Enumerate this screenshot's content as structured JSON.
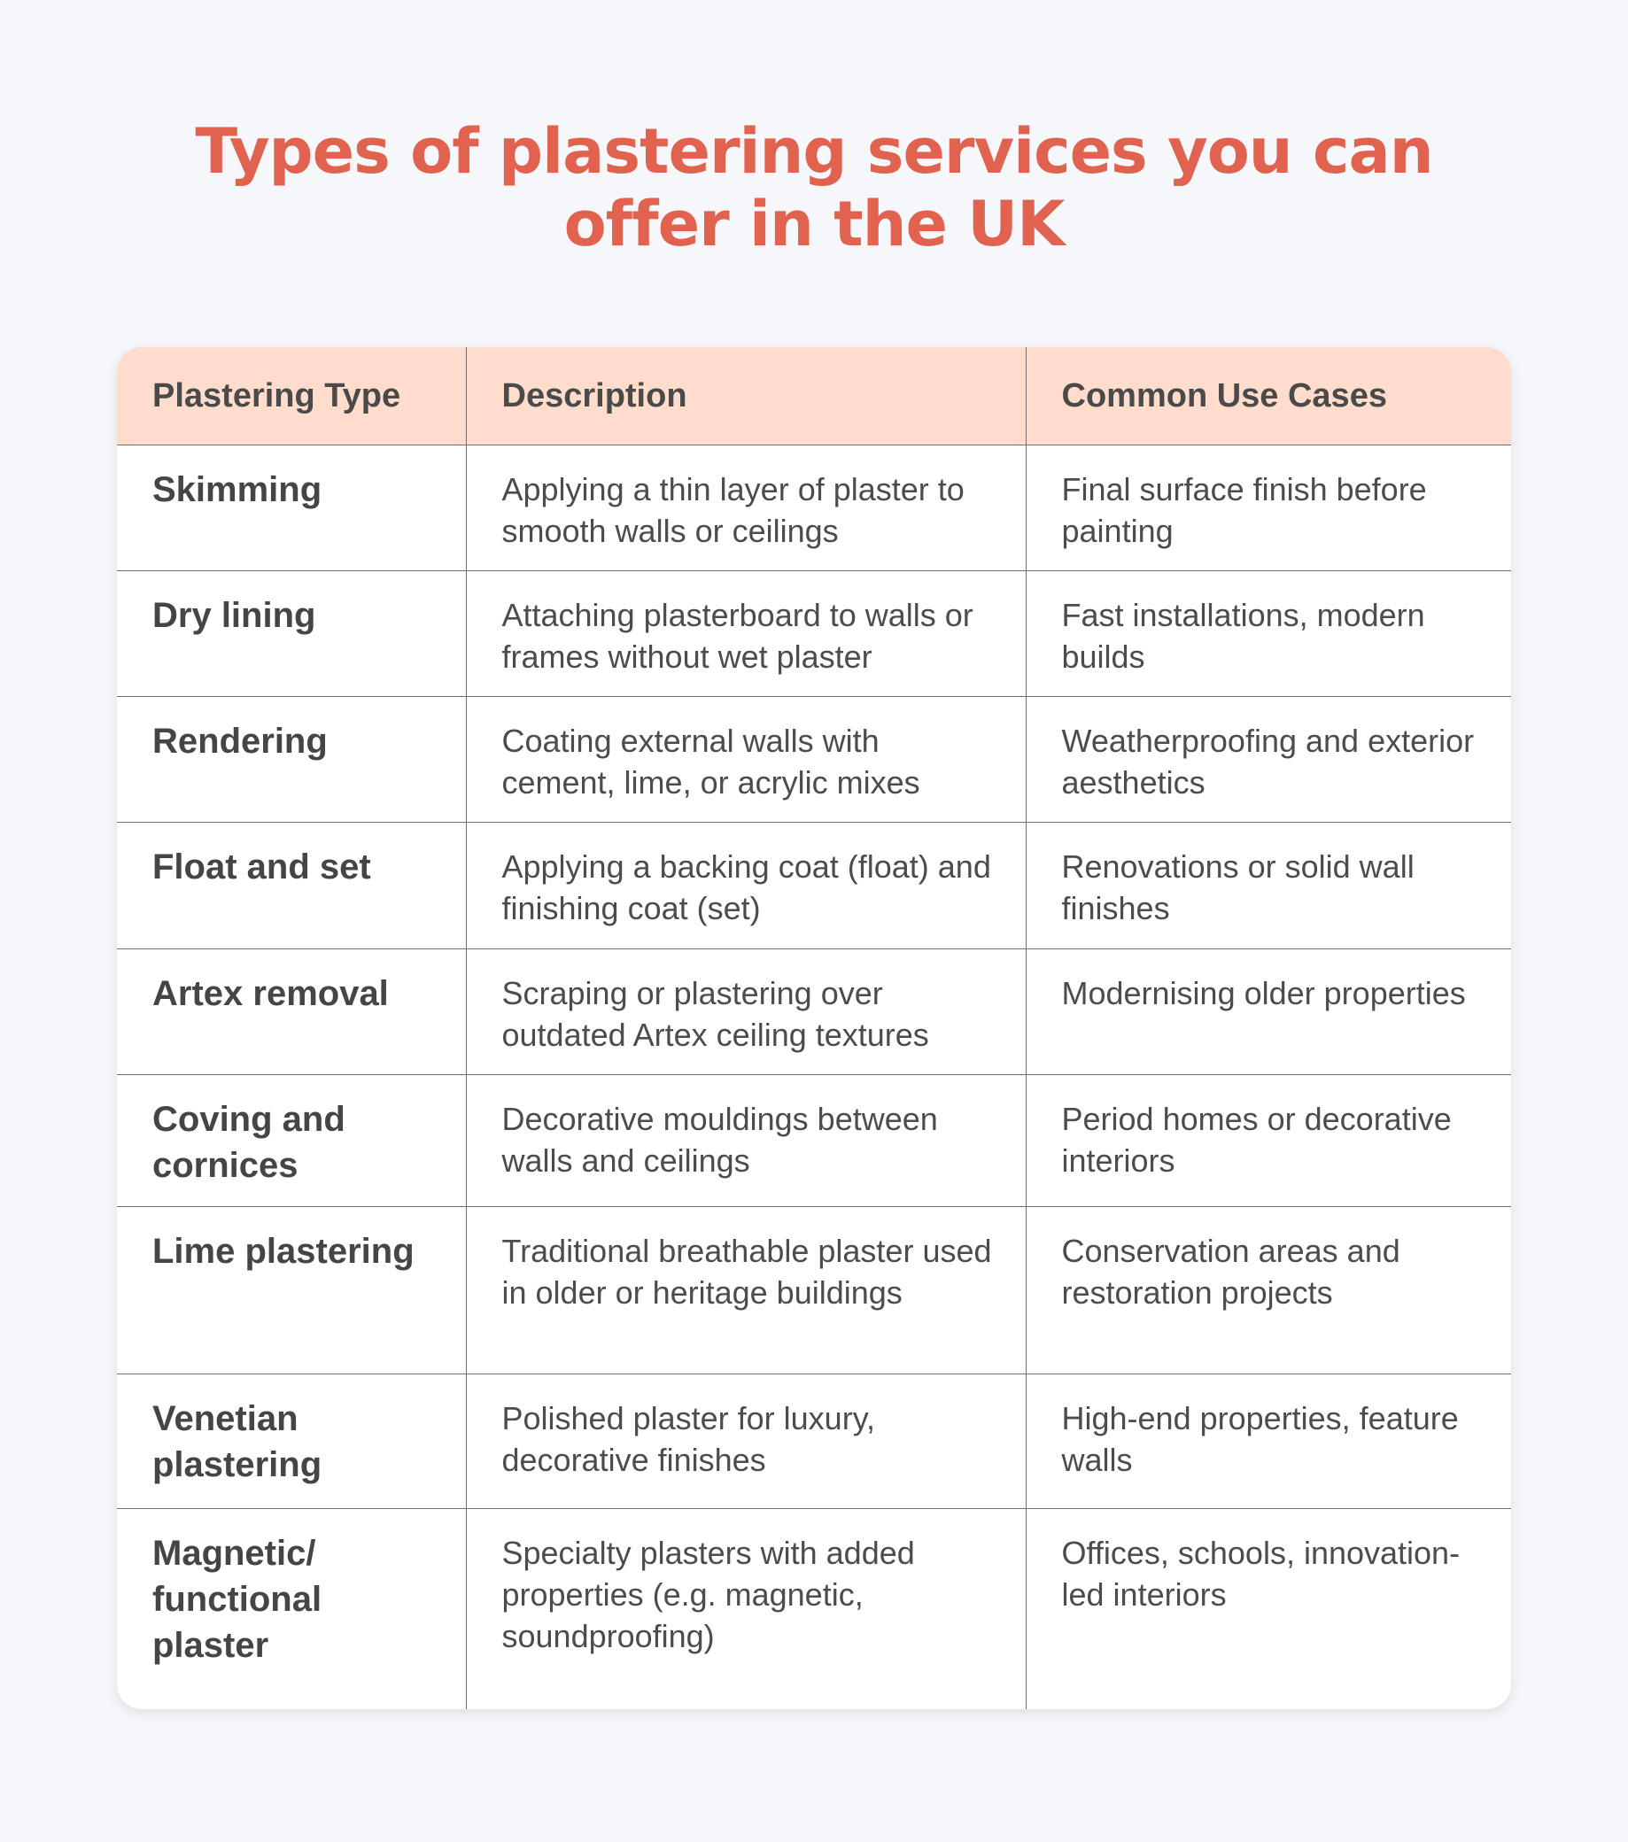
{
  "title": "Types of plastering services you can offer in the UK",
  "table": {
    "headers": [
      "Plastering Type",
      "Description",
      "Common Use Cases"
    ],
    "rows": [
      {
        "type": "Skimming",
        "description": "Applying a thin layer of plaster to smooth walls or ceilings",
        "use": "Final surface finish before painting"
      },
      {
        "type": "Dry lining",
        "description": "Attaching plasterboard to walls or frames without wet plaster",
        "use": "Fast installations, modern builds"
      },
      {
        "type": "Rendering",
        "description": "Coating external walls with cement, lime, or acrylic mixes",
        "use": "Weatherproofing and exterior aesthetics"
      },
      {
        "type": "Float and set",
        "description": "Applying a backing coat (float) and finishing coat (set)",
        "use": "Renovations or solid wall finishes"
      },
      {
        "type": "Artex removal",
        "description": "Scraping or plastering over outdated Artex ceiling textures",
        "use": "Modernising older properties"
      },
      {
        "type": "Coving and cornices",
        "description": "Decorative mouldings between walls and ceilings",
        "use": "Period homes or decorative interiors"
      },
      {
        "type": "Lime plastering",
        "description": "Traditional breathable plaster used in older or heritage buildings",
        "use": "Conservation areas and restoration projects"
      },
      {
        "type": "Venetian plastering",
        "description": "Polished plaster for luxury, decorative finishes",
        "use": "High-end properties, feature walls"
      },
      {
        "type": "Magnetic/ functional plaster",
        "description": "Specialty plasters with added properties (e.g. magnetic, soundproofing)",
        "use": "Offices, schools, innovation-led interiors"
      }
    ]
  },
  "colors": {
    "title": "#e0624f",
    "header_bg": "#ffdccb",
    "page_bg": "#f6f7fa",
    "text": "#4a4a4a"
  }
}
